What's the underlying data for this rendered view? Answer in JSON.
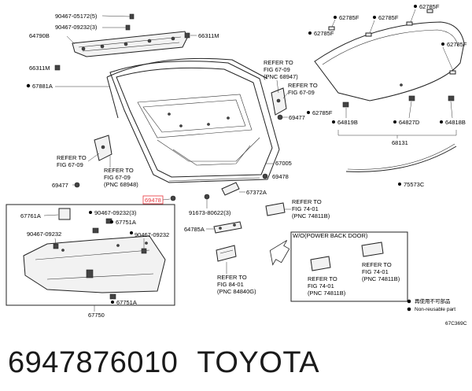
{
  "labels": {
    "p90467_05172": "90467-05172(5)",
    "p90467_09232_3a": "90467-09232(3)",
    "p64790B": "64790B",
    "p66311M_a": "66311M",
    "p66311M_b": "66311M",
    "p67881A": "67881A",
    "ref_67_09_a": "REFER TO",
    "ref_67_09_a2": "FIG 67-09",
    "ref_67_09_b": "REFER TO",
    "ref_67_09_b2": "FIG 67-09",
    "ref_67_09_b3": "(PNC 68948)",
    "p69477_a": "69477",
    "p69478_hl": "69478",
    "ref_67_09_c": "REFER TO",
    "ref_67_09_c2": "FIG 67-09",
    "ref_67_09_c3": "(PNC 68947)",
    "ref_67_09_d": "REFER TO",
    "ref_67_09_d2": "FIG 67-09",
    "p69477_b": "69477",
    "p67005": "67005",
    "p69478_b": "69478",
    "p67372A": "67372A",
    "p91673": "91673-80622(3)",
    "p64785A": "64785A",
    "ref_74_01_a": "REFER TO",
    "ref_74_01_a2": "FIG 74-01",
    "ref_74_01_a3": "(PNC 74811B)",
    "p62785F_1": "62785F",
    "p62785F_2": "62785F",
    "p62785F_3": "62785F",
    "p62785F_4": "62785F",
    "p62785F_5": "62785F",
    "p62785F_6": "62785F",
    "p64819B": "64819B",
    "p64827D": "64827D",
    "p64818B": "64818B",
    "p68131": "68131",
    "p75573C": "75573C",
    "p67761A": "67761A",
    "p90467_09232_3b": "90467-09232(3)",
    "p67751A_a": "67751A",
    "p90467_09232_l": "90467-09232",
    "p90467_09232_r": "90467-09232",
    "p67751A_b": "67751A",
    "p67750": "67750",
    "wo_power": "W/O(POWER BACK DOOR)",
    "ref_84_01": "REFER TO",
    "ref_84_01_2": "FIG 84-01",
    "ref_84_01_3": "(PNC 84840G)",
    "ref_74_01_b": "REFER TO",
    "ref_74_01_b2": "FIG 74-01",
    "ref_74_01_b3": "(PNC 74811B)",
    "ref_74_01_c": "REFER TO",
    "ref_74_01_c2": "FIG 74-01",
    "ref_74_01_c3": "(PNC 74811B)",
    "legend_1": "再使用不可部品",
    "legend_2": "Non-reusable part",
    "diagram_code": "67C369C"
  },
  "caption": {
    "part_number": "6947876010",
    "brand": "TOYOTA"
  },
  "colors": {
    "highlight": "#e8333a",
    "line": "#222222"
  }
}
